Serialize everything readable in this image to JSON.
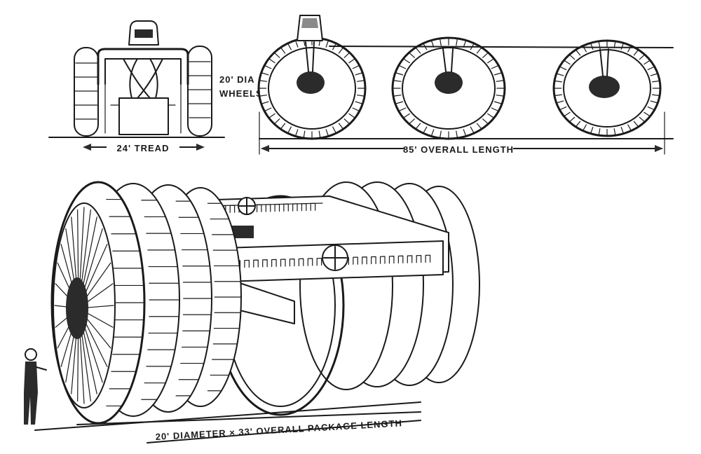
{
  "labels": {
    "wheel_dia": [
      "20' DIA",
      "WHEELS"
    ],
    "tread": "24' TREAD",
    "overall_length": "85' OVERALL LENGTH",
    "package": "20' DIAMETER × 33' OVERALL PACKAGE LENGTH"
  }
}
